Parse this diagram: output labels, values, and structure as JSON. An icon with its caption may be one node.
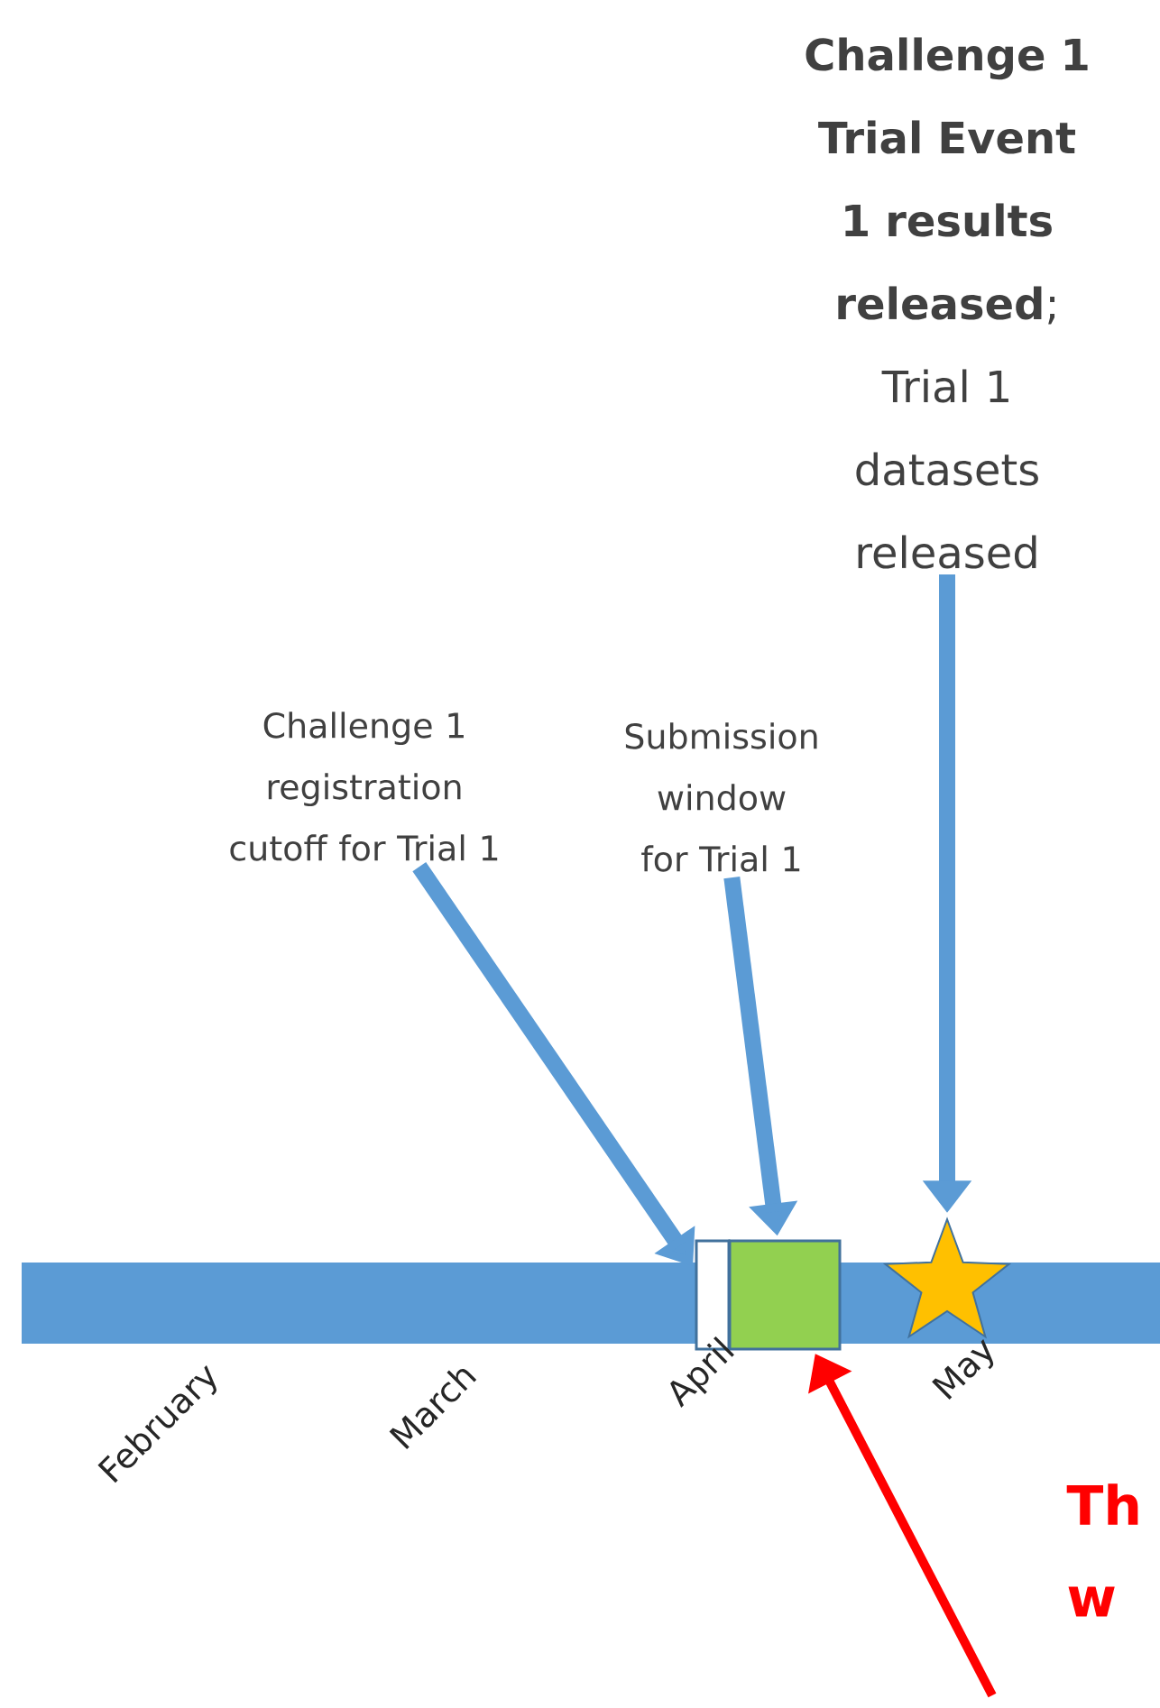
{
  "diagram": {
    "nodes": [
      {
        "text": [
          "Challenge 1 registration cutoff for Trial 1"
        ]
      },
      {
        "text": [
          "Submission window for Trial 1"
        ]
      },
      {
        "text": [
          "**Challenge 1 Trial Event 1 results released**; Trial 1 datasets released"
        ]
      },
      {
        "text": [],
        "shape": "box"
      },
      {
        "text": [],
        "shape": "box"
      },
      {
        "text": [],
        "shape": "star"
      },
      {
        "text": [],
        "shape": "bar"
      }
    ],
    "edges": [
      {
        "from": 0,
        "to": 3,
        "arrow": "to"
      },
      {
        "from": 1,
        "to": 4,
        "arrow": "to"
      },
      {
        "from": 2,
        "to": 5,
        "arrow": "to"
      },
      {
        "from": null,
        "to": 4,
        "arrow": "to",
        "color": "#ff0000"
      }
    ],
    "labels": [
      "February",
      "March",
      "April",
      "May",
      "Th",
      "w"
    ]
  }
}
